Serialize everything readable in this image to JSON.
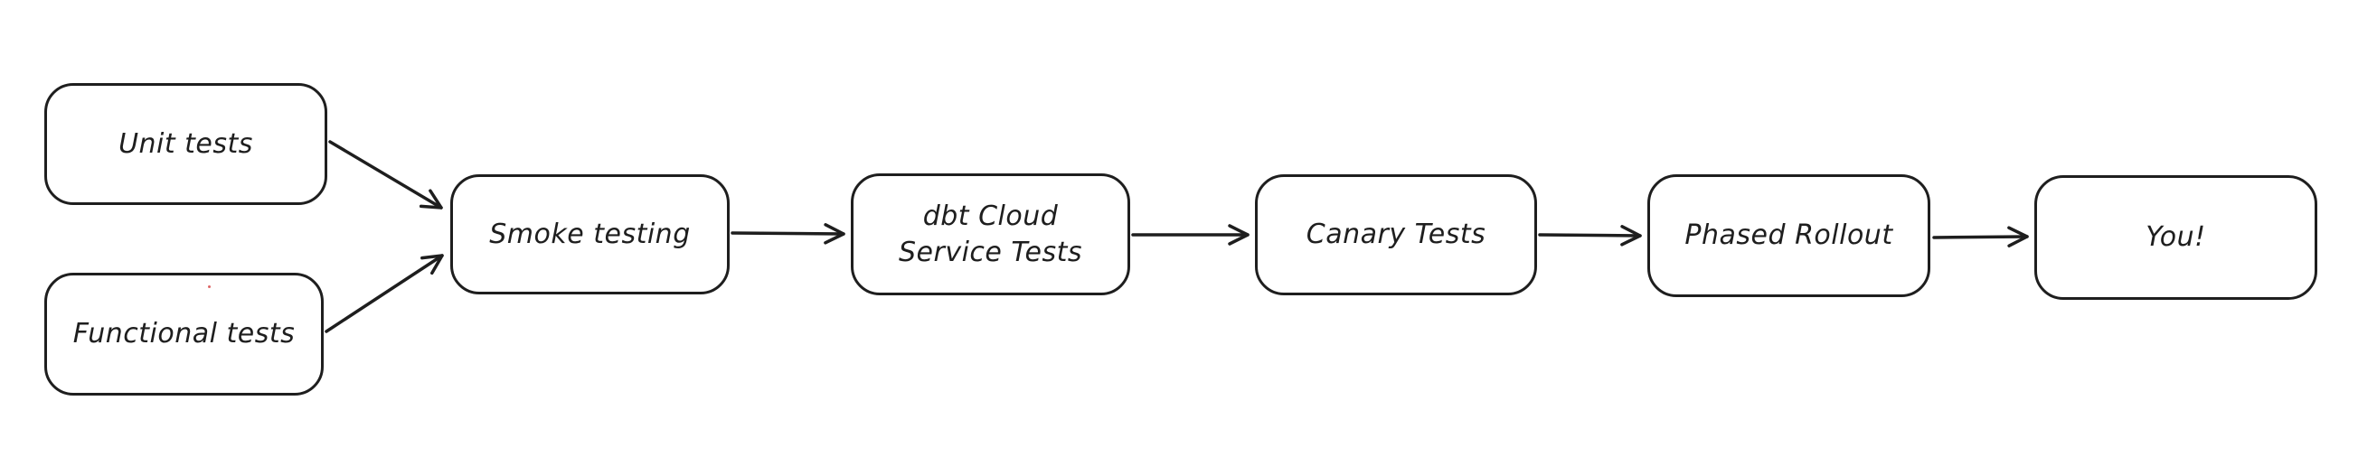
{
  "diagram": {
    "stroke_color": "#1e1e1e",
    "node_fill_color": "#ffffff",
    "background_color": "#ffffff",
    "nodes": [
      {
        "id": "unit-tests",
        "label": "Unit tests"
      },
      {
        "id": "functional-tests",
        "label": "Functional tests"
      },
      {
        "id": "smoke-testing",
        "label": "Smoke testing"
      },
      {
        "id": "dbt-cloud-service-tests",
        "label": "dbt Cloud\nService Tests"
      },
      {
        "id": "canary-tests",
        "label": "Canary Tests"
      },
      {
        "id": "phased-rollout",
        "label": "Phased Rollout"
      },
      {
        "id": "you",
        "label": "You!"
      }
    ],
    "edges": [
      {
        "from": "unit-tests",
        "to": "smoke-testing"
      },
      {
        "from": "functional-tests",
        "to": "smoke-testing"
      },
      {
        "from": "smoke-testing",
        "to": "dbt-cloud-service-tests"
      },
      {
        "from": "dbt-cloud-service-tests",
        "to": "canary-tests"
      },
      {
        "from": "canary-tests",
        "to": "phased-rollout"
      },
      {
        "from": "phased-rollout",
        "to": "you"
      }
    ],
    "artifact": {
      "red_dot_color": "#dd6666"
    }
  }
}
